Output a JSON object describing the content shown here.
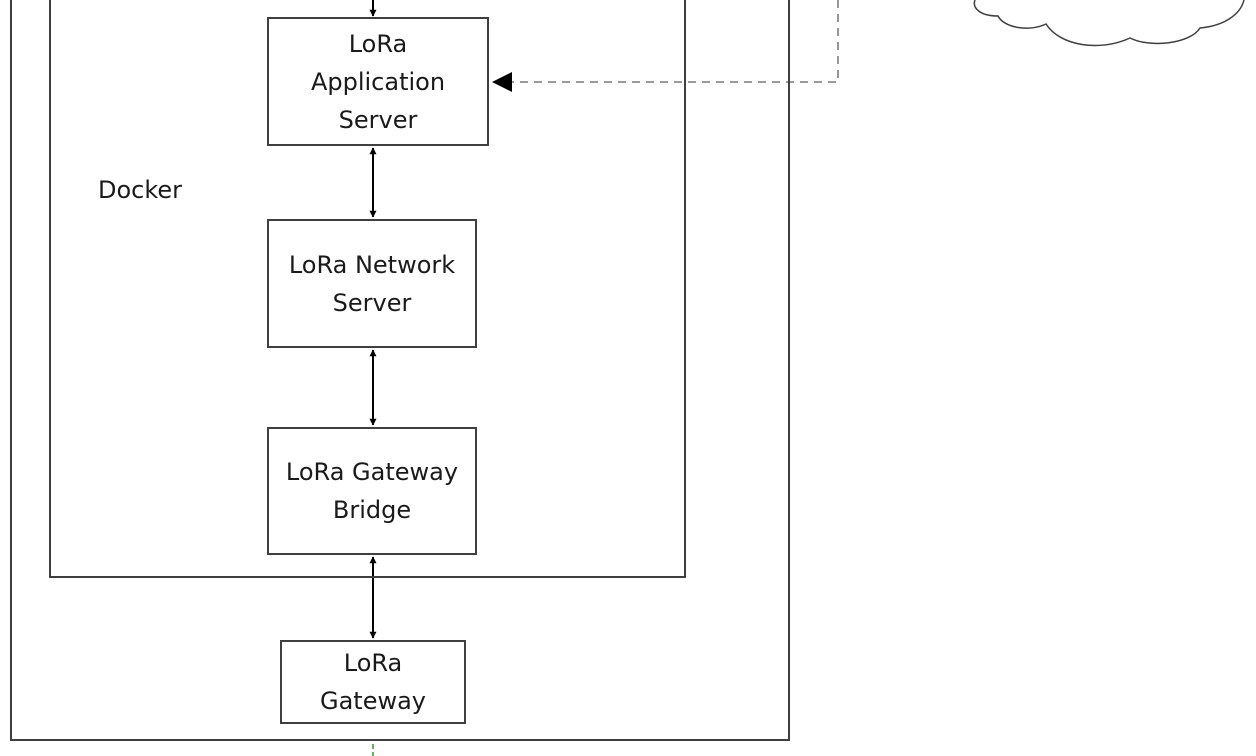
{
  "diagram": {
    "container_label": "Docker",
    "nodes": {
      "app_server": "LoRa\nApplication\nServer",
      "network_server": "LoRa Network\nServer",
      "gateway_bridge": "LoRa Gateway\nBridge",
      "gateway": "LoRa\nGateway"
    },
    "colors": {
      "line": "#3f3f3f",
      "arrow": "#000000",
      "dashed_link": "#8c8c8c",
      "green_link": "#5cb85c"
    }
  }
}
